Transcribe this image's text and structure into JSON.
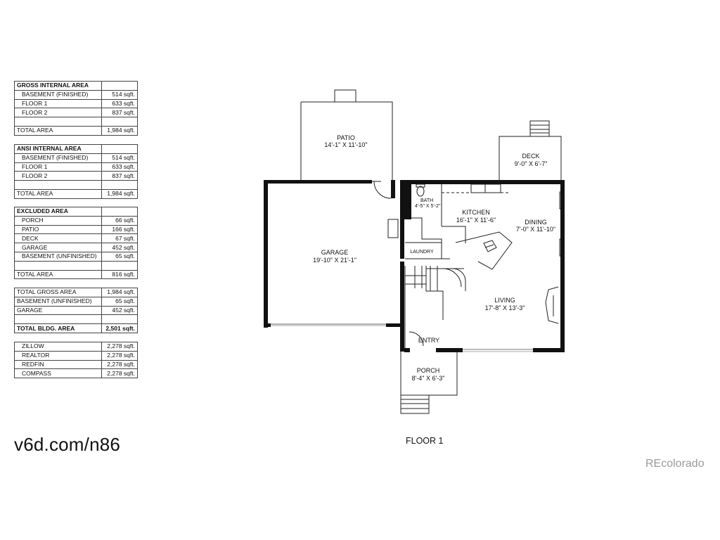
{
  "tables": {
    "gross": {
      "header": "GROSS INTERNAL AREA",
      "rows": [
        {
          "label": "BASEMENT (FINISHED)",
          "value": "514 sqft."
        },
        {
          "label": "FLOOR 1",
          "value": "633 sqft."
        },
        {
          "label": "FLOOR 2",
          "value": "837 sqft."
        }
      ],
      "total": {
        "label": "TOTAL AREA",
        "value": "1,984 sqft."
      }
    },
    "ansi": {
      "header": "ANSI INTERNAL AREA",
      "rows": [
        {
          "label": "BASEMENT (FINISHED)",
          "value": "514 sqft."
        },
        {
          "label": "FLOOR 1",
          "value": "633 sqft."
        },
        {
          "label": "FLOOR 2",
          "value": "837 sqft."
        }
      ],
      "total": {
        "label": "TOTAL AREA",
        "value": "1,984 sqft."
      }
    },
    "excluded": {
      "header": "EXCLUDED AREA",
      "rows": [
        {
          "label": "PORCH",
          "value": "66 sqft."
        },
        {
          "label": "PATIO",
          "value": "166 sqft."
        },
        {
          "label": "DECK",
          "value": "67 sqft."
        },
        {
          "label": "GARAGE",
          "value": "452 sqft."
        },
        {
          "label": "BASEMENT (UNFINISHED)",
          "value": "65 sqft."
        }
      ],
      "total": {
        "label": "TOTAL AREA",
        "value": "816 sqft."
      }
    },
    "summary": {
      "rows": [
        {
          "label": "TOTAL GROSS AREA",
          "value": "1,984 sqft."
        },
        {
          "label": "BASEMENT (UNFINISHED)",
          "value": "65 sqft."
        },
        {
          "label": "GARAGE",
          "value": "452 sqft."
        }
      ],
      "total": {
        "label": "TOTAL BLDG. AREA",
        "value": "2,501 sqft."
      }
    },
    "sites": {
      "rows": [
        {
          "label": "ZILLOW",
          "value": "2,278 sqft."
        },
        {
          "label": "REALTOR",
          "value": "2,278 sqft."
        },
        {
          "label": "REDFIN",
          "value": "2,278 sqft."
        },
        {
          "label": "COMPASS",
          "value": "2,278 sqft."
        }
      ]
    }
  },
  "url_text": "v6d.com/n86",
  "floor_title": "FLOOR 1",
  "watermark": "REcolorado",
  "rooms": {
    "patio": {
      "name": "PATIO",
      "dims": "14'-1\" X 11'-10\""
    },
    "deck": {
      "name": "DECK",
      "dims": "9'-0\" X 6'-7\""
    },
    "garage": {
      "name": "GARAGE",
      "dims": "19'-10\" X 21'-1\""
    },
    "bath": {
      "name": "BATH",
      "dims": "4'-5\" X 5'-2\""
    },
    "kitchen": {
      "name": "KITCHEN",
      "dims": "16'-1\" X 11'-6\""
    },
    "dining": {
      "name": "DINING",
      "dims": "7'-0\" X 11'-10\""
    },
    "laundry": {
      "name": "LAUNDRY"
    },
    "living": {
      "name": "LIVING",
      "dims": "17'-8\" X 13'-3\""
    },
    "entry": {
      "name": "ENTRY"
    },
    "porch": {
      "name": "PORCH",
      "dims": "8'-4\" X 6'-3\""
    }
  }
}
